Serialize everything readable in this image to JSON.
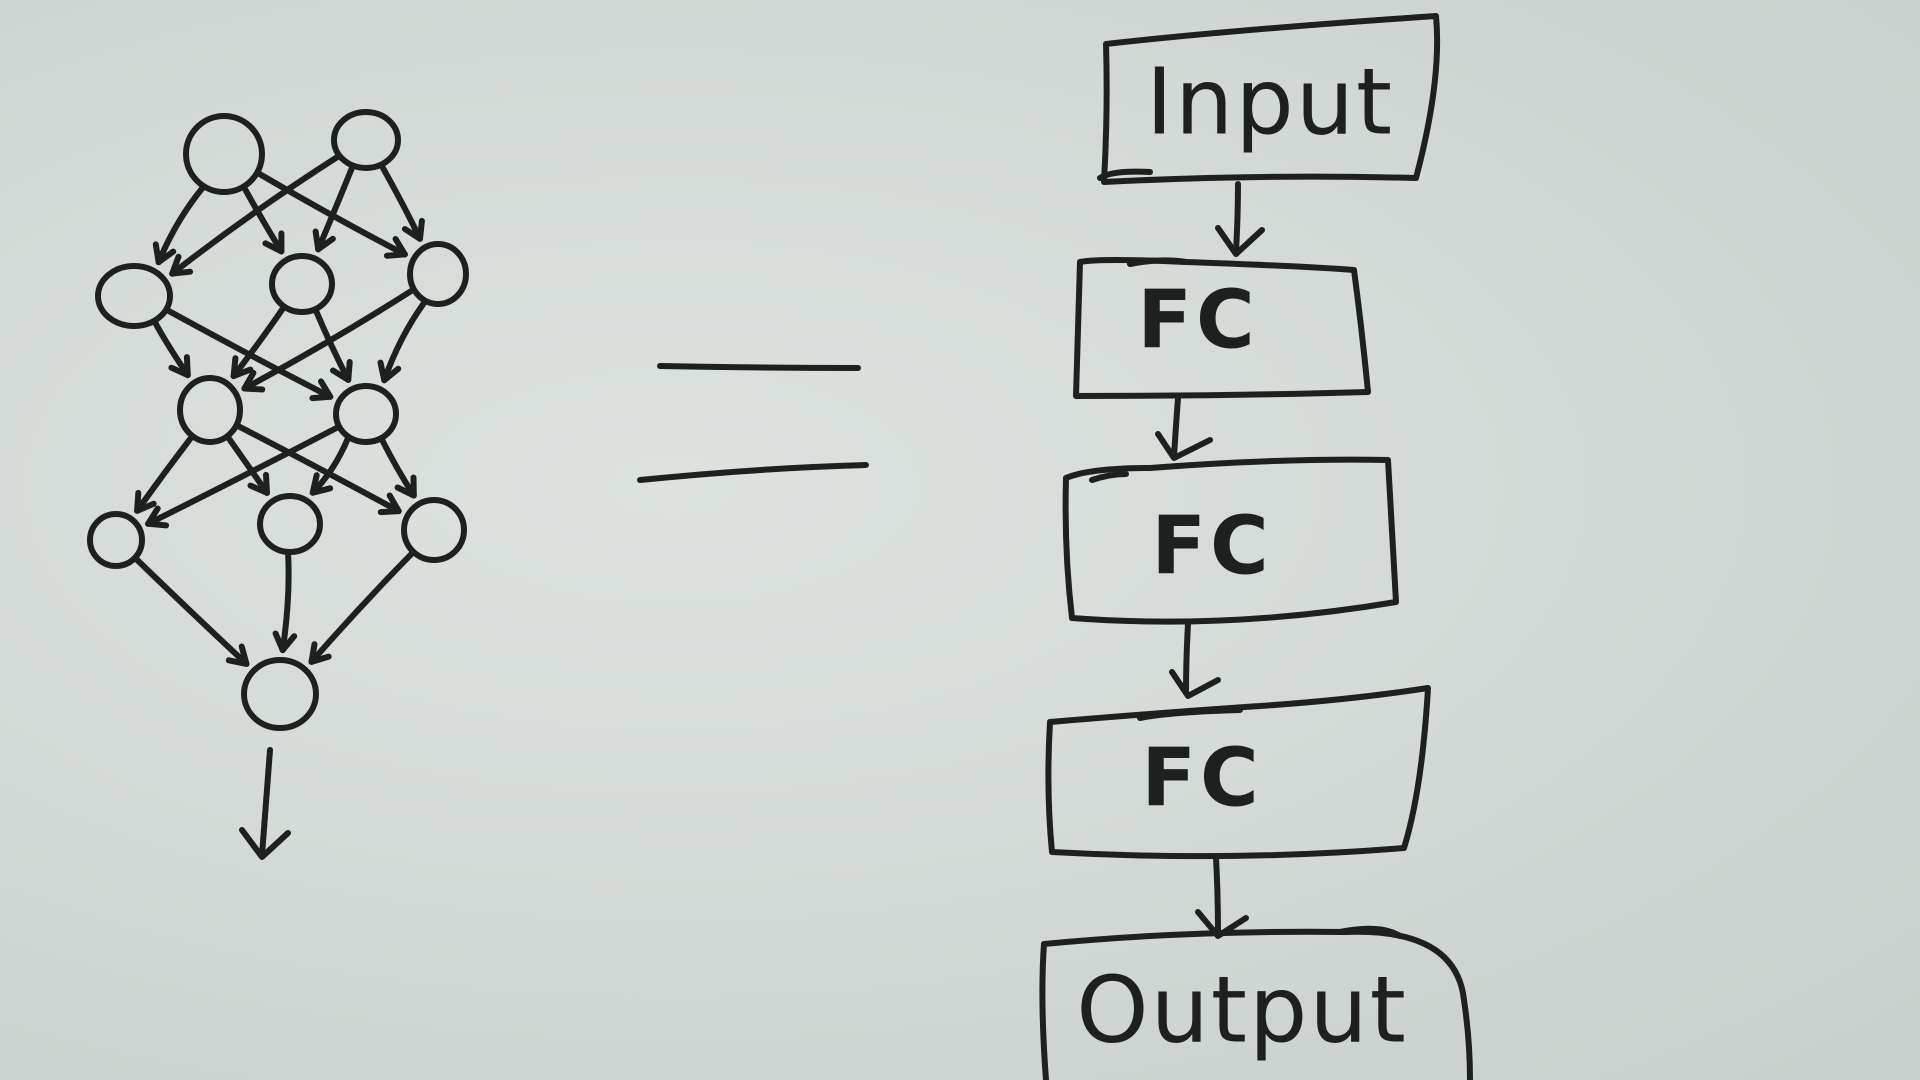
{
  "diagram": {
    "neural_network": {
      "layers": [
        2,
        3,
        2,
        3,
        1
      ],
      "has_output_arrow": true
    },
    "equals_sign": "=",
    "blocks": [
      {
        "id": "input",
        "label": "Input"
      },
      {
        "id": "fc1",
        "label": "FC"
      },
      {
        "id": "fc2",
        "label": "FC"
      },
      {
        "id": "fc3",
        "label": "FC"
      },
      {
        "id": "output",
        "label": "Output"
      }
    ],
    "colors": {
      "ink": "#1e201f",
      "board": "#d5dbd8"
    }
  }
}
